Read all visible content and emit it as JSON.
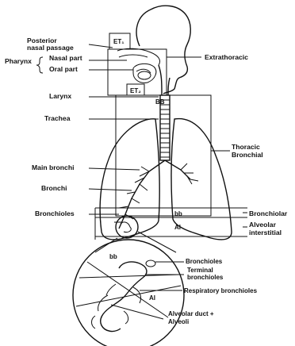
{
  "labels": {
    "posterior_nasal_1": "Posterior",
    "posterior_nasal_2": "nasal passage",
    "pharynx": "Pharynx",
    "nasal_part": "Nasal part",
    "oral_part": "Oral part",
    "larynx": "Larynx",
    "trachea": "Trachea",
    "main_bronchi": "Main bronchi",
    "bronchi": "Bronchi",
    "bronchioles_left": "Bronchioles",
    "extrathoracic": "Extrathoracic",
    "thoracic_1": "Thoracic",
    "thoracic_2": "Bronchial",
    "bronchiolar": "Bronchiolar",
    "alveolar_1": "Alveolar",
    "alveolar_2": "interstitial",
    "region_et1": "ET₁",
    "region_et2": "ET₂",
    "region_bb_top": "BB",
    "region_bb_band": "bb",
    "region_ai_band": "AI",
    "inset_bb": "bb",
    "inset_ai": "AI",
    "inset_bronchioles": "Bronchioles",
    "inset_terminal_1": "Terminal",
    "inset_terminal_2": "bronchioles",
    "inset_respiratory": "Respiratory bronchioles",
    "inset_alveolar_1": "Alveolar duct +",
    "inset_alveolar_2": "Alveoli"
  }
}
